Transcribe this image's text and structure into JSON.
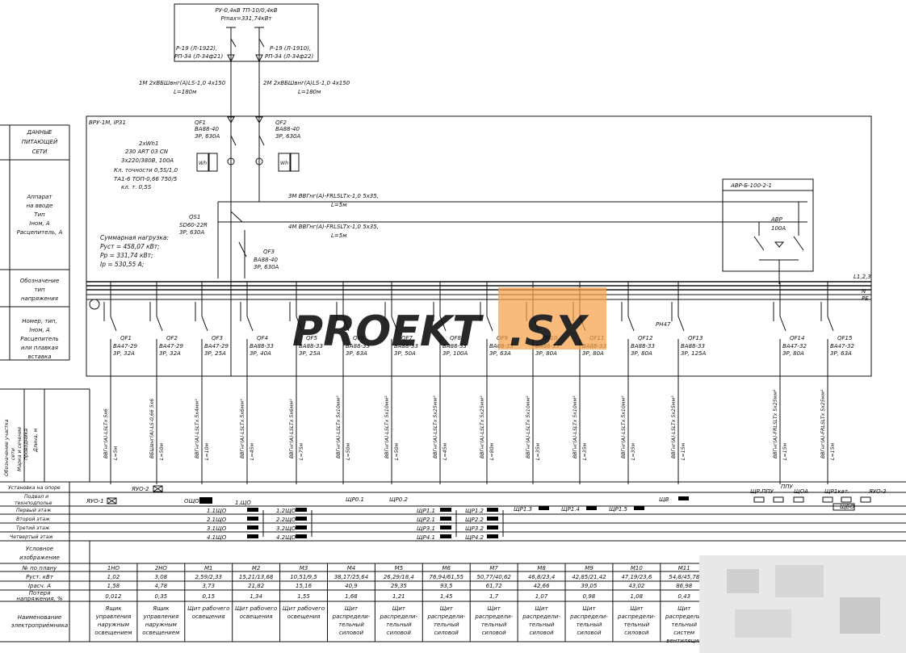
{
  "title_box": {
    "line1": "РУ-0,4кВ ТП-10/0,4кВ",
    "line2": "Pmax=331,74кВт"
  },
  "upper_breakers": [
    {
      "line1": "Р-19 (Л-1922),",
      "line2": "РП-34 (Л-34ф21)"
    },
    {
      "line1": "Р-19 (Л-1910),",
      "line2": "РП-34 (Л-34ф22)"
    }
  ],
  "feeder_cables": [
    {
      "line1": "1М 2хВБШвнг(А)LS-1,0 4х150",
      "line2": "L=180м"
    },
    {
      "line1": "2М 2хВБШвнг(А)LS-1,0 4х150",
      "line2": "L=180м"
    }
  ],
  "panel": {
    "label": "ВРУ-1М, IP31"
  },
  "input_breakers": [
    {
      "name": "QF1",
      "type": "ВА88-40",
      "rating": "3Р, 630А"
    },
    {
      "name": "QF2",
      "type": "ВА88-40",
      "rating": "3Р, 630А"
    }
  ],
  "meter": {
    "lines": [
      "2хWh1",
      "230 ART 03 CN",
      "3х220/380В, 100А",
      "Кл. точности 0,5S/1,0",
      "ТА1-6 ТОП-0,66    750/5",
      "кл. т. 0,5S"
    ]
  },
  "switch_qs1": {
    "name": "QS1",
    "type": "SD60-22R",
    "rating": "3Р, 630А"
  },
  "tie_breaker": {
    "name": "QF3",
    "type": "ВА88-40",
    "rating": "3Р, 630А"
  },
  "avr_cables": [
    {
      "line1": "3М ВВГнг(А)-FRLSLTх-1,0 5х35,",
      "line2": "L=5м"
    },
    {
      "line1": "4М ВВГнг(А)-FRLSLTх-1,0 5х35,",
      "line2": "L=5м"
    }
  ],
  "avr": {
    "title": "АВР-Б-100-2-1",
    "name": "АВР",
    "rating": "100А"
  },
  "load_summary": {
    "lines": [
      "Суммарная нагрузка:",
      "Руст = 458,07 кВт;",
      "Рр = 331,74 кВт;",
      "Iр = 530,55 А;"
    ]
  },
  "bus_label": "L1,2,3",
  "n_label": "N",
  "pe_label": "PE",
  "relay_label": "РН47",
  "left_labels": {
    "network": [
      "ДАННЫЕ",
      "ПИТАЮЩЕЙ",
      "СЕТИ"
    ],
    "apparatus": [
      "Аппарат",
      "на вводе",
      "Тип",
      "Iном, А",
      "Расцепитель, А"
    ],
    "voltage": [
      "Обозначение",
      "тип",
      "напряжения"
    ],
    "device": [
      "Номер, тип,",
      "Iном, А",
      "Расцепитель",
      "или плавкая",
      "вставка"
    ]
  },
  "groups": [
    {
      "name": "QF1",
      "type": "ВА47-29",
      "rating": "3Р, 32А",
      "cable": "ВВГнг(А)-LSLTх 5х6",
      "length": "L=5м"
    },
    {
      "name": "QF2",
      "type": "ВА47-29",
      "rating": "3Р, 32А",
      "cable": "ВБШвнг(А)-LS-0,66 5х6",
      "length": "L=50м"
    },
    {
      "name": "QF3",
      "type": "ВА47-29",
      "rating": "3Р, 25А",
      "cable": "ВВГнг(А)-LSLTх 5х4мм²",
      "length": "L=10м"
    },
    {
      "name": "QF4",
      "type": "ВА88-33",
      "rating": "3Р, 40А",
      "cable": "ВВГнг(А)-LSLTх 5х6мм²",
      "length": "L=45м"
    },
    {
      "name": "QF5",
      "type": "ВА88-33",
      "rating": "3Р, 25А",
      "cable": "ВВГнг(А)-LSLTх 5х6мм²",
      "length": "L=75м"
    },
    {
      "name": "QF6",
      "type": "ВА88-33",
      "rating": "3Р, 63А",
      "cable": "ВВГнг(А)-LSLTх 5х10мм²",
      "length": "L=50м"
    },
    {
      "name": "QF7",
      "type": "ВА88-33",
      "rating": "3Р, 50А",
      "cable": "ВВГнг(А)-LSLTх 5х10мм²",
      "length": "L=50м"
    },
    {
      "name": "QF8",
      "type": "ВА88-33",
      "rating": "3Р, 100А",
      "cable": "ВВГнг(А)-LSLTх 5х25мм²",
      "length": "L=45м"
    },
    {
      "name": "QF9",
      "type": "ВА88-33",
      "rating": "3Р, 63А",
      "cable": "ВВГнг(А)-LSLTх 5х25мм²",
      "length": "L=80м"
    },
    {
      "name": "QF10",
      "type": "ВА88-33",
      "rating": "3Р, 80А",
      "cable": "ВВГнг(А)-LSLTх 5х10мм²",
      "length": "L=35м"
    },
    {
      "name": "QF11",
      "type": "ВА88-33",
      "rating": "3Р, 80А",
      "cable": "ВВГнг(А)-LSLTх 5х10мм²",
      "length": "L=35м"
    },
    {
      "name": "QF12",
      "type": "ВА88-33",
      "rating": "3Р, 80А",
      "cable": "ВВГнг(А)-LSLTх 5х10мм²",
      "length": "L=35м"
    },
    {
      "name": "QF13",
      "type": "ВА88-33",
      "rating": "3Р, 125А",
      "cable": "ВВГнг(А)-LSLTх 5х25мм²",
      "length": "L=15м"
    },
    {
      "name": "QF14",
      "type": "ВА47-32",
      "rating": "3Р, 80А",
      "cable": "ВВГнг(А)-FRLSLTх 5х25мм²",
      "length": "L=15м"
    },
    {
      "name": "QF15",
      "type": "ВА47-32",
      "rating": "3Р, 63А",
      "cable": "ВВГнг(А)-FRLSLTх 5х25мм²",
      "length": "L=15м"
    }
  ],
  "cable_row_label": [
    "Обозначение участка",
    "сети",
    "Марка и сечение",
    "проводника",
    "Длина, м"
  ],
  "floor_labels": [
    "Установка на опоре",
    "Подвал и",
    "технподполье",
    "Первый этаж",
    "Второй этаж",
    "Третий этаж",
    "Четвертый этаж"
  ],
  "boards": {
    "yauo1": "ЯУО-1",
    "yauo2": "ЯУО-2",
    "oshcho": "ОЩО",
    "shcho1_basement": "1.ЩО",
    "shcho1": [
      "1.1ЩО",
      "2.1ЩО",
      "3.1ЩО",
      "4.1ЩО"
    ],
    "shcho2": [
      "1.2ЩО",
      "2.2ЩО",
      "3.2ЩО",
      "4.2ЩО"
    ],
    "shchr01": "ЩР0.1",
    "shchr02": "ЩР0.2",
    "shchr1": [
      "ЩР1.1",
      "ЩР2.1",
      "ЩР3.1",
      "ЩР4.1"
    ],
    "shchr2": [
      "ЩР1.2",
      "ЩР2.2",
      "ЩР3.2",
      "ЩР4.2"
    ],
    "shchr13": "ЩР1.3",
    "shchr14": "ЩР1.4",
    "shchr15": "ЩР1.5",
    "shchv": "ЩВ",
    "shchrppu": "ЩР.ППУ",
    "ppu": "ППУ",
    "shchoa": "ЩОА",
    "shchr1kat": "ЩР1кат.",
    "yauo3": "ЯУО-3",
    "shchbo": "ЩБО"
  },
  "table": {
    "row_labels": [
      "Условное",
      "изображение",
      "№ по плану",
      "Руст. кВт",
      "Iрасч. А",
      "Потеря",
      "напряжения, %",
      "Наименование",
      "электроприёмника"
    ],
    "columns": [
      {
        "plan": "1НО",
        "p": "1,02",
        "i": "1,58",
        "loss": "0,012",
        "name": [
          "Ящик",
          "управления",
          "наружным",
          "освещением"
        ]
      },
      {
        "plan": "2НО",
        "p": "3,08",
        "i": "4,78",
        "loss": "0,35",
        "name": [
          "Ящик",
          "управления",
          "наружным",
          "освещением"
        ]
      },
      {
        "plan": "М1",
        "p": "2,59/2,33",
        "i": "3,73",
        "loss": "0,15",
        "name": [
          "Щит рабочего",
          "освещения"
        ]
      },
      {
        "plan": "М2",
        "p": "15,21/13,68",
        "i": "21,82",
        "loss": "1,34",
        "name": [
          "Щит рабочего",
          "освещения"
        ]
      },
      {
        "plan": "М3",
        "p": "10,51/9,5",
        "i": "15,16",
        "loss": "1,55",
        "name": [
          "Щит рабочего",
          "освещения"
        ]
      },
      {
        "plan": "М4",
        "p": "38,17/25,64",
        "i": "40,9",
        "loss": "1,68",
        "name": [
          "Щит",
          "распредели-",
          "тельный",
          "силовой"
        ]
      },
      {
        "plan": "М5",
        "p": "26,29/18,4",
        "i": "29,35",
        "loss": "1,21",
        "name": [
          "Щит",
          "распредели-",
          "тельный",
          "силовой"
        ]
      },
      {
        "plan": "М6",
        "p": "76,94/61,55",
        "i": "93,5",
        "loss": "1,45",
        "name": [
          "Щит",
          "распредели-",
          "тельный",
          "силовой"
        ]
      },
      {
        "plan": "М7",
        "p": "50,77/40,62",
        "i": "61,72",
        "loss": "1,7",
        "name": [
          "Щит",
          "распредели-",
          "тельный",
          "силовой"
        ]
      },
      {
        "plan": "М8",
        "p": "46,8/23,4",
        "i": "42,66",
        "loss": "1,07",
        "name": [
          "Щит",
          "распредели-",
          "тельный",
          "силовой"
        ]
      },
      {
        "plan": "М9",
        "p": "42,85/21,42",
        "i": "39,05",
        "loss": "0,98",
        "name": [
          "Щит",
          "распредели-",
          "тельный",
          "силовой"
        ]
      },
      {
        "plan": "М10",
        "p": "47,19/23,6",
        "i": "43,02",
        "loss": "1,08",
        "name": [
          "Щит",
          "распредели-",
          "тельный",
          "силовой"
        ]
      },
      {
        "plan": "М11",
        "p": "54,8/45,78",
        "i": "86,98",
        "loss": "0,43",
        "name": [
          "Щит",
          "распредели-",
          "тельный",
          "систем",
          "вентиляции"
        ]
      }
    ]
  },
  "watermark": {
    "text1": "PROEKT",
    "text2": ".SX",
    "accent": "#f5a04a"
  },
  "colors": {
    "line": "#111111",
    "fill": "#000000"
  }
}
